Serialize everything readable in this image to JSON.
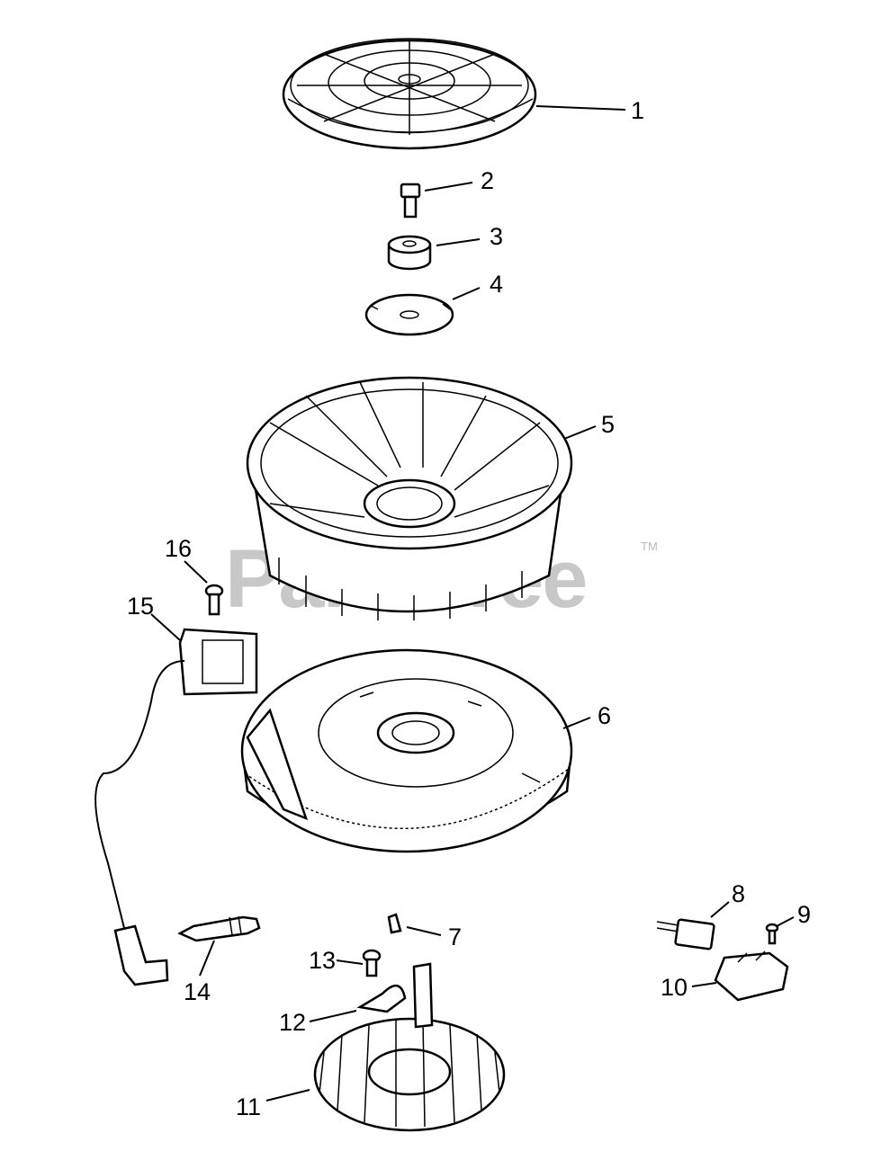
{
  "watermark": {
    "text": "PartsTree",
    "trademark": "TM"
  },
  "callouts": [
    "1",
    "2",
    "3",
    "4",
    "5",
    "6",
    "7",
    "8",
    "9",
    "10",
    "11",
    "12",
    "13",
    "14",
    "15",
    "16"
  ]
}
